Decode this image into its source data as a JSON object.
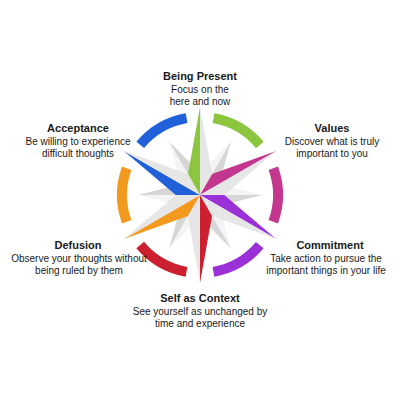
{
  "diagram": {
    "labels": [
      "Being Present",
      "Focus on the here and now",
      "Acceptance",
      "Be willing to experience difficult thoughts",
      "Values",
      "Discover what is truly important to you",
      "Defusion",
      "Observe your thoughts without being ruled by them",
      "Commitment",
      "Take action to pursue the important things in your life",
      "Self as Context",
      "See yourself as unchanged by time and experience"
    ]
  }
}
